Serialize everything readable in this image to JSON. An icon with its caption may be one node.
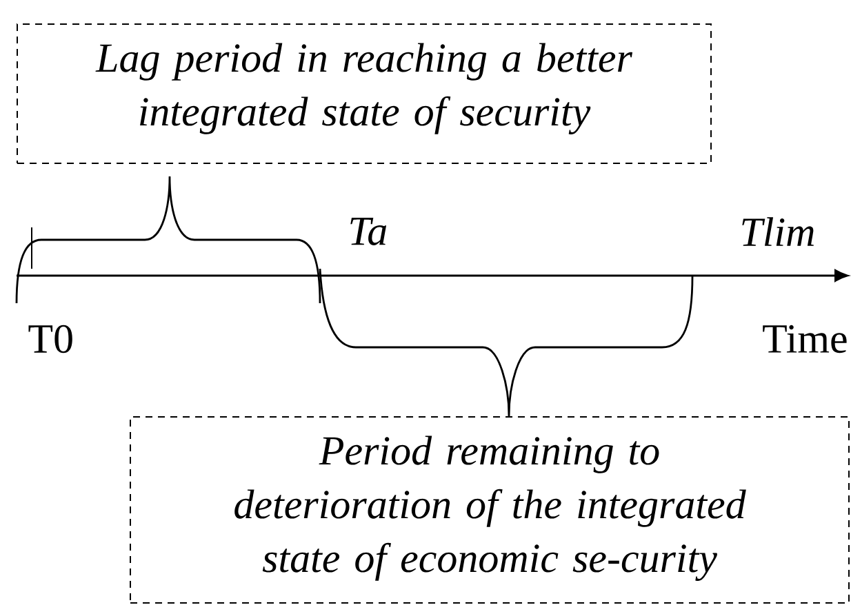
{
  "diagram": {
    "nodes": [
      {
        "text": [
          "Lag period in reaching a better integrated state of security"
        ]
      },
      {
        "text": [
          "Period remaining to deterioration of the integrated state of economic se-curity"
        ]
      }
    ],
    "labels": [
      "Ta",
      "Tlim",
      "T0",
      "Time"
    ]
  }
}
